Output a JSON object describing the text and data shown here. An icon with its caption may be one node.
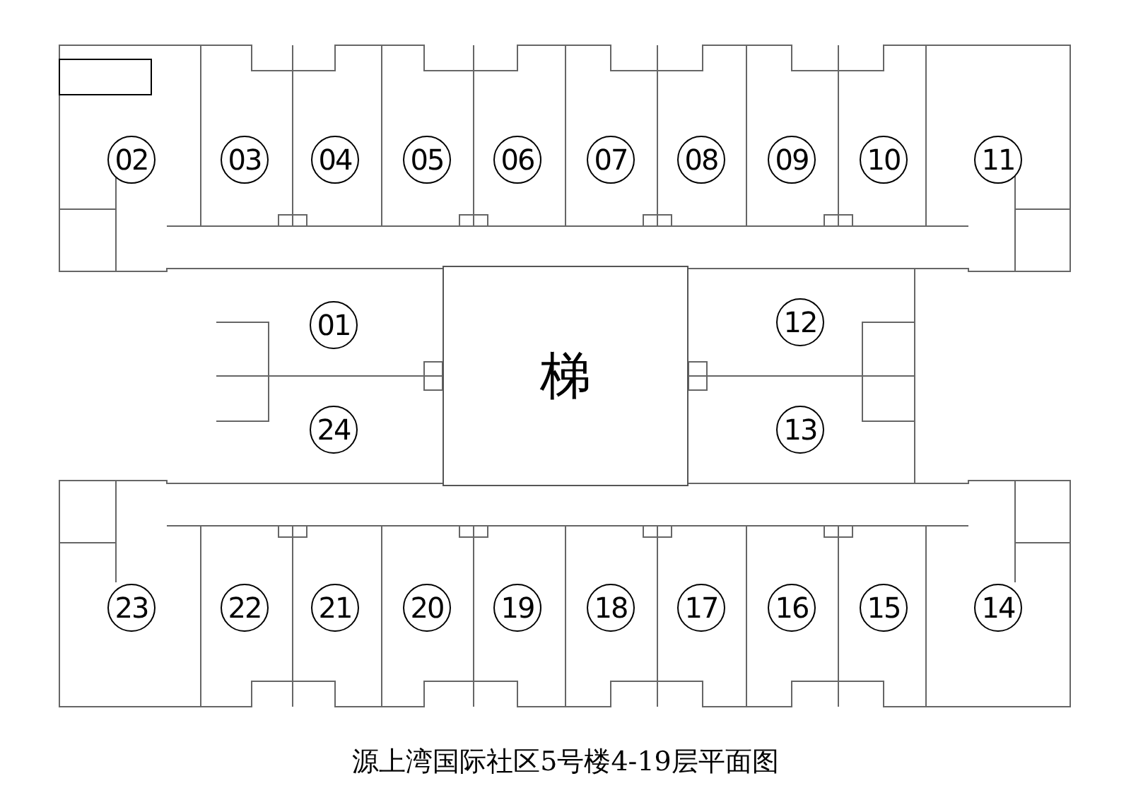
{
  "diagram": {
    "caption": "源上湾国际社区5号楼4-19层平面图",
    "nodes": [
      {
        "text": [
          "02"
        ]
      },
      {
        "text": [
          "03"
        ]
      },
      {
        "text": [
          "04"
        ]
      },
      {
        "text": [
          "05"
        ]
      },
      {
        "text": [
          "06"
        ]
      },
      {
        "text": [
          "07"
        ]
      },
      {
        "text": [
          "08"
        ]
      },
      {
        "text": [
          "09"
        ]
      },
      {
        "text": [
          "10"
        ]
      },
      {
        "text": [
          "11"
        ]
      },
      {
        "text": [
          "01"
        ]
      },
      {
        "text": [
          "梯"
        ]
      },
      {
        "text": [
          "12"
        ]
      },
      {
        "text": [
          "24"
        ]
      },
      {
        "text": [
          "13"
        ]
      },
      {
        "text": [
          "23"
        ]
      },
      {
        "text": [
          "22"
        ]
      },
      {
        "text": [
          "21"
        ]
      },
      {
        "text": [
          "20"
        ]
      },
      {
        "text": [
          "19"
        ]
      },
      {
        "text": [
          "18"
        ]
      },
      {
        "text": [
          "17"
        ]
      },
      {
        "text": [
          "16"
        ]
      },
      {
        "text": [
          "15"
        ]
      },
      {
        "text": [
          "14"
        ]
      }
    ],
    "edges": []
  }
}
